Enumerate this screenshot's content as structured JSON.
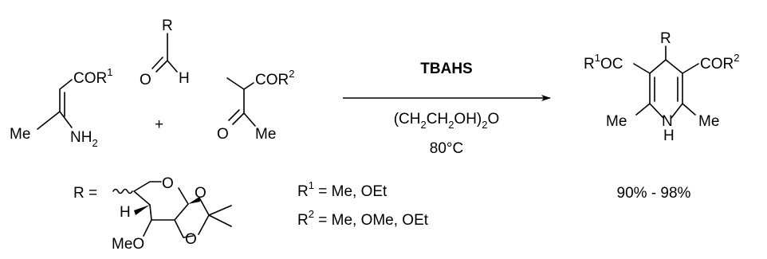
{
  "reactants": {
    "enamine": {
      "cor1": "COR",
      "cor1_sup": "1",
      "me": "Me",
      "nh": "NH",
      "nh_sub": "2"
    },
    "aldehyde": {
      "r": "R",
      "o": "O",
      "h": "H"
    },
    "plus": "+",
    "ketoester": {
      "cor2": "COR",
      "cor2_sup": "2",
      "o": "O",
      "me": "Me"
    }
  },
  "conditions": {
    "catalyst": "TBAHS",
    "solvent": {
      "p1": "(CH",
      "s1": "2",
      "p2": "CH",
      "s2": "2",
      "p3": "OH)",
      "s3": "2",
      "p4": "O"
    },
    "temperature": "80°C"
  },
  "product": {
    "r": "R",
    "left_ester": {
      "r": "R",
      "sup": "1",
      "oc": "OC"
    },
    "right_ester": {
      "cor": "COR",
      "sup": "2"
    },
    "me_left": "Me",
    "me_right": "Me",
    "n": "N",
    "h": "H",
    "yield": "90% - 98%"
  },
  "substituents": {
    "r_eq": "R =",
    "h": "H",
    "o_ring": "O",
    "o1": "O",
    "o2": "O",
    "meo": "MeO",
    "r1": {
      "r": "R",
      "sup": "1",
      "text": " = Me, OEt"
    },
    "r2": {
      "r": "R",
      "sup": "2",
      "text": " = Me, OMe, OEt"
    }
  }
}
